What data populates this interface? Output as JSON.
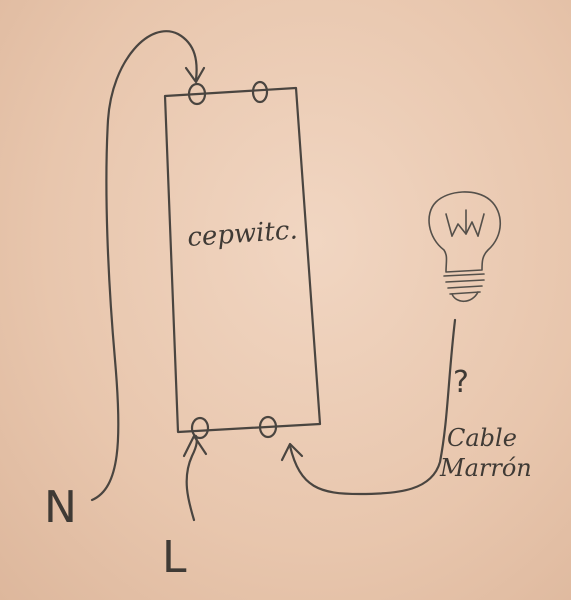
{
  "device": {
    "label": "cepwitc."
  },
  "wires": {
    "neutral_label": "N",
    "live_label": "L"
  },
  "lamp": {
    "question_mark": "?",
    "cable_line1": "Cable",
    "cable_line2": "Marrón"
  }
}
